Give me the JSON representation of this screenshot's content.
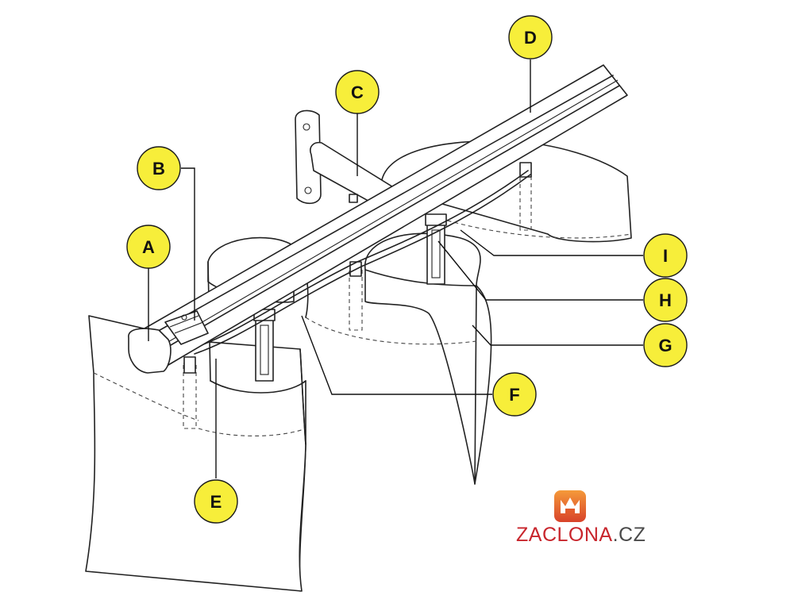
{
  "labels": {
    "A": "A",
    "B": "B",
    "C": "C",
    "D": "D",
    "E": "E",
    "F": "F",
    "G": "G",
    "H": "H",
    "I": "I"
  },
  "brand": {
    "name_main": "ZACLONA",
    "name_tld": ".CZ"
  },
  "colors": {
    "badge": "#f7ee3a",
    "brand_red": "#c8252c",
    "brand_orange": "#f2852a",
    "brand_gray": "#4a4a4a"
  },
  "icons": {
    "logo": "crown-logo-icon"
  }
}
